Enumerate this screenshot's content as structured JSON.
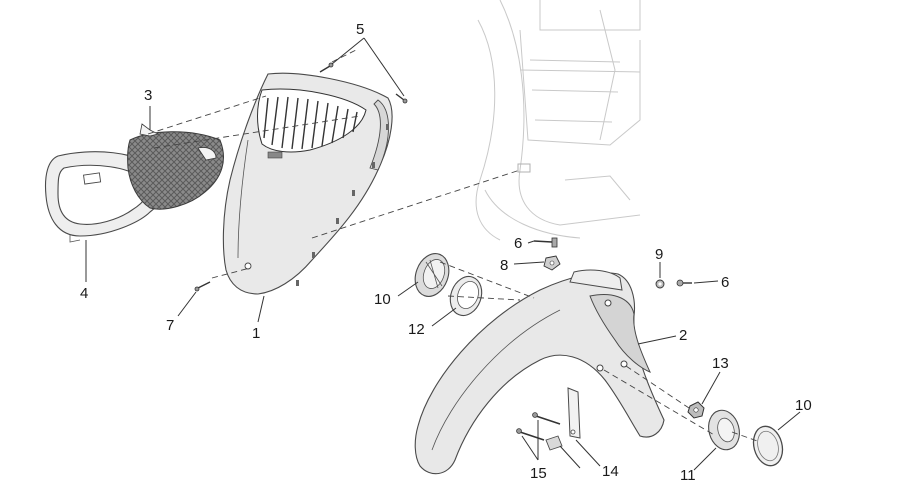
{
  "diagram": {
    "labels": {
      "l1": "1",
      "l2": "2",
      "l3": "3",
      "l4": "4",
      "l5": "5",
      "l6a": "6",
      "l6b": "6",
      "l7": "7",
      "l8": "8",
      "l9": "9",
      "l10a": "10",
      "l10b": "10",
      "l11": "11",
      "l12": "12",
      "l13": "13",
      "l14": "14",
      "l15": "15"
    },
    "colors": {
      "part_fill": "#e8e8e8",
      "part_dark": "#bdbdbd",
      "line": "#4a4a4a",
      "ghost": "#c9c9c9"
    }
  }
}
